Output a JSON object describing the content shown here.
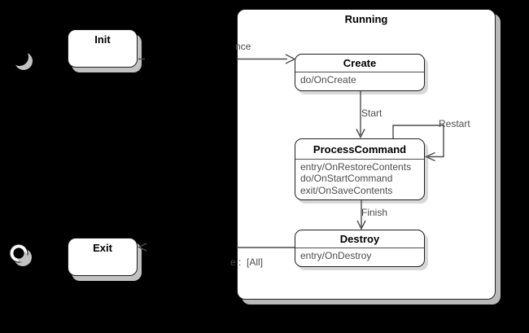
{
  "colors": {
    "background": "#000000",
    "state_fill": "#ffffff",
    "state_border": "#1f1f1f",
    "line": "#4d4d4d",
    "body_text": "#4d4d4d",
    "title_text": "#000000",
    "shadow_outer": "#b9b9b9",
    "shadow_inner": "#d8d8d8"
  },
  "composite_state": {
    "title": "Running"
  },
  "states": {
    "init": {
      "title": "Init"
    },
    "create": {
      "title": "Create",
      "actions": [
        "do/OnCreate"
      ]
    },
    "process_command": {
      "title": "ProcessCommand",
      "actions": [
        "entry/OnRestoreContents",
        "do/OnStartCommand",
        "exit/OnSaveContents"
      ]
    },
    "destroy": {
      "title": "Destroy",
      "actions": [
        "entry/OnDestroy"
      ]
    },
    "exit": {
      "title": "Exit"
    }
  },
  "transition_labels": {
    "init_to_create": "nce",
    "create_to_process": "Start",
    "process_self": "Restart",
    "process_to_destroy": "Finish",
    "destroy_to_exit": "e :  [All]"
  }
}
